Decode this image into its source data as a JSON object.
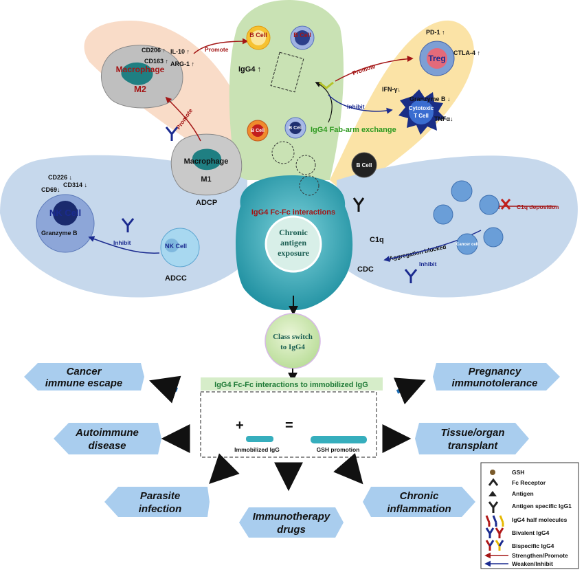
{
  "center": {
    "fc_interactions": "IgG4 Fc-Fc interactions",
    "chronic": "Chronic",
    "antigen": "antigen",
    "exposure": "exposure",
    "class_switch_1": "Class switch",
    "class_switch_2": "to IgG4"
  },
  "petals": {
    "macrophage_m2": "Macrophage",
    "m2": "M2",
    "cd206": "CD206 ↑",
    "cd163": "CD163 ↑",
    "il10": "IL-10 ↑",
    "arg1": "ARG-1 ↑",
    "promote": "Promote",
    "macrophage_m1": "Macrophage",
    "m1": "M1",
    "adcp": "ADCP",
    "b_cell": "B Cell",
    "igg4_up": "IgG4 ↑",
    "fab_arm": "IgG4 Fab-arm exchange",
    "treg": "Treg",
    "pd1": "PD-1 ↑",
    "ctla4": "CTLA-4 ↑",
    "inhibit": "Inhibit",
    "ifn": "IFN-γ↓",
    "granzyme_b_t": "Granzyme B ↓",
    "tnf": "TNFα↓",
    "cytotoxic_1": "Cytotoxic",
    "cytotoxic_2": "T Cell",
    "nk_cell": "NK Cell",
    "cd226": "CD226 ↓",
    "cd314": "CD314 ↓",
    "cd69": "CD69↓",
    "granzyme_b_nk": "Granzyme B",
    "adcc": "ADCC",
    "c1q": "C1q",
    "cdc": "CDC",
    "c1q_deposition": "C1q deposition",
    "aggregation_blocked": "Aggregation blocked",
    "cancer_cell": "Cancer cell"
  },
  "bottom": {
    "fc_immobilized": "IgG4 Fc-Fc interactions to immobilized IgG",
    "immobilized_igg": "Immobilized IgG",
    "gsh_promotion": "GSH promotion",
    "plus": "+",
    "equals": "="
  },
  "banners": {
    "cancer_1": "Cancer",
    "cancer_2": "immune escape",
    "pregnancy_1": "Pregnancy",
    "pregnancy_2": "immunotolerance",
    "autoimmune_1": "Autoimmune",
    "autoimmune_2": "disease",
    "tissue_1": "Tissue/organ",
    "tissue_2": "transplant",
    "parasite_1": "Parasite",
    "parasite_2": "infection",
    "immuno_1": "Immunotherapy",
    "immuno_2": "drugs",
    "chronic_1": "Chronic",
    "chronic_2": "inflammation"
  },
  "legend": {
    "gsh": "GSH",
    "fc_receptor": "Fc Receptor",
    "antigen": "Antigen",
    "igg1": "Antigen specific IgG1",
    "half": "IgG4 half molecules",
    "bivalent": "Bivalent IgG4",
    "bispecific": "Bispecific IgG4",
    "strengthen": "Strengthen/Promote",
    "weaken": "Weaken/Inhibit"
  },
  "colors": {
    "peach_petal": "#f9dcc8",
    "green_petal": "#c9e2b4",
    "yellow_petal": "#fbe3a6",
    "blue_petal": "#c6d8ec",
    "center_cell": "#36aebd",
    "banner": "#a9cdee",
    "arrow_blue": "#1f6fb5",
    "promote_red": "#a31515",
    "inhibit_blue": "#1a2a8f",
    "fab_green": "#2e9a20"
  }
}
